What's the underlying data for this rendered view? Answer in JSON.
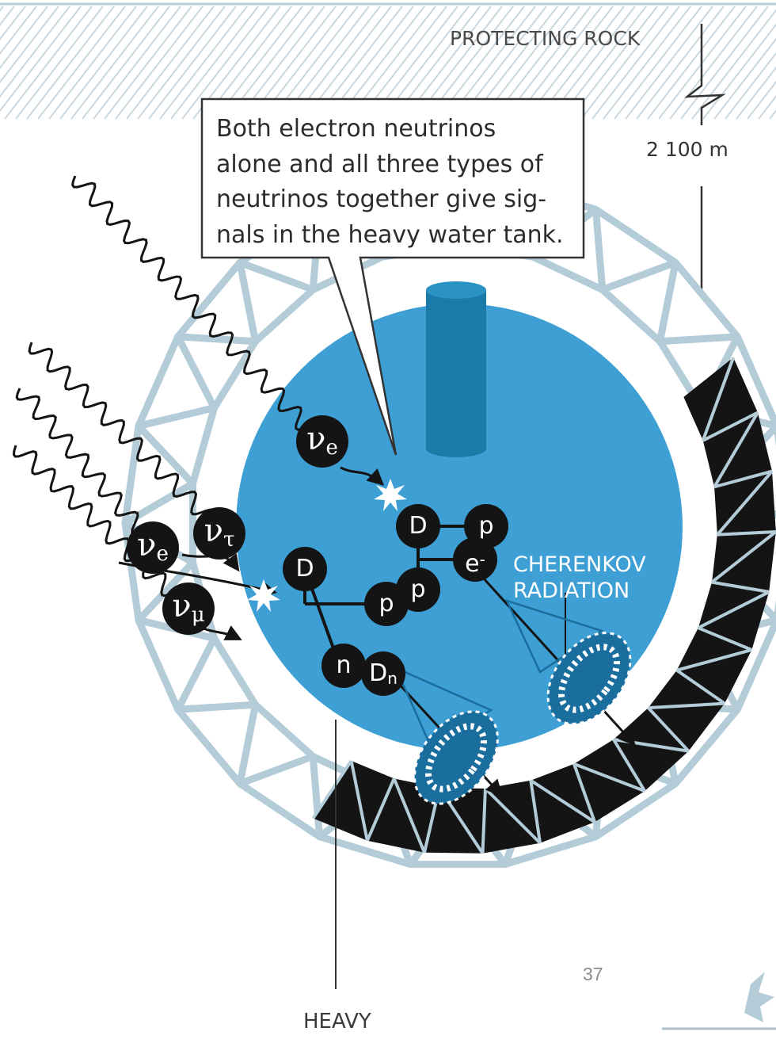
{
  "labels": {
    "protecting_rock": "PROTECTING ROCK",
    "depth": "2 100 m",
    "callout": "Both electron neutrinos\nalone and all three types of\nneutrinos together give sig-\nnals in the heavy water tank.",
    "cherenkov": "CHERENKOV\nRADIATION",
    "heavy_water": "HEAVY",
    "page_number": "37"
  },
  "neutrinos": [
    {
      "symbol": "ν",
      "flavor": "e"
    },
    {
      "symbol": "ν",
      "flavor": "e"
    },
    {
      "symbol": "ν",
      "flavor": "τ"
    },
    {
      "symbol": "ν",
      "flavor": "μ"
    }
  ],
  "particles": {
    "upper": {
      "deuteron": "D",
      "proton_a": "p",
      "proton_b": "p",
      "electron_base": "e",
      "electron_charge": "-"
    },
    "lower": {
      "deuteron": "D",
      "proton": "p",
      "neutron": "n",
      "dn_base": "D",
      "dn_sub": "n"
    }
  },
  "colors": {
    "water_blue": "#3d9fd4",
    "tube_blue": "#1a7aa8",
    "frame_grey": "#b3ccd8",
    "dark": "#141414",
    "rock_hatch": "#c2d3dc"
  },
  "icons": [
    "wave-icon",
    "flash-icon",
    "arrow-icon",
    "cherenkov-ring-icon"
  ]
}
